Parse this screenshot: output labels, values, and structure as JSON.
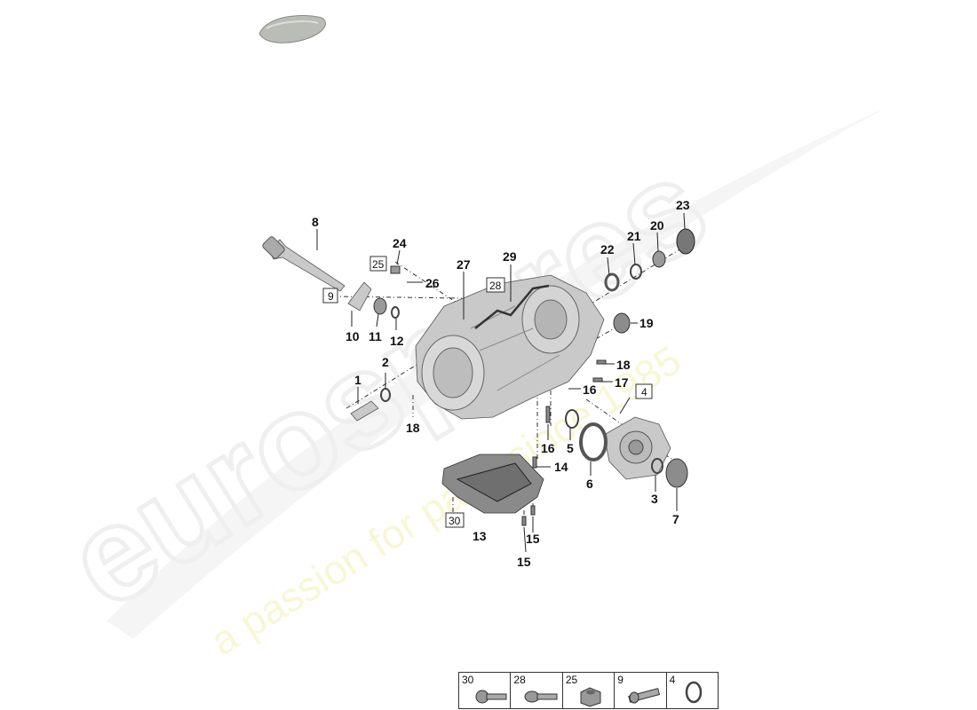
{
  "watermark": {
    "brand": "eurospares",
    "tagline": "a passion for parts since 1985"
  },
  "callouts": {
    "c1": "1",
    "c2": "2",
    "c3": "3",
    "c5": "5",
    "c6": "6",
    "c7": "7",
    "c8": "8",
    "c10": "10",
    "c11": "11",
    "c12": "12",
    "c13": "13",
    "c14": "14",
    "c15a": "15",
    "c15b": "15",
    "c16a": "16",
    "c16b": "16",
    "c17": "17",
    "c18a": "18",
    "c18b": "18",
    "c19": "19",
    "c20": "20",
    "c21": "21",
    "c22": "22",
    "c23": "23",
    "c24": "24",
    "c26": "26",
    "c27": "27",
    "c29": "29"
  },
  "boxed_callouts": {
    "b4": "4",
    "b9": "9",
    "b25": "25",
    "b28": "28",
    "b30": "30"
  },
  "legend": {
    "items": [
      {
        "label": "30",
        "icon": "bolt-icon"
      },
      {
        "label": "28",
        "icon": "flange-bolt-icon"
      },
      {
        "label": "25",
        "icon": "nut-icon"
      },
      {
        "label": "9",
        "icon": "stud-icon"
      },
      {
        "label": "4",
        "icon": "ring-icon"
      }
    ]
  }
}
